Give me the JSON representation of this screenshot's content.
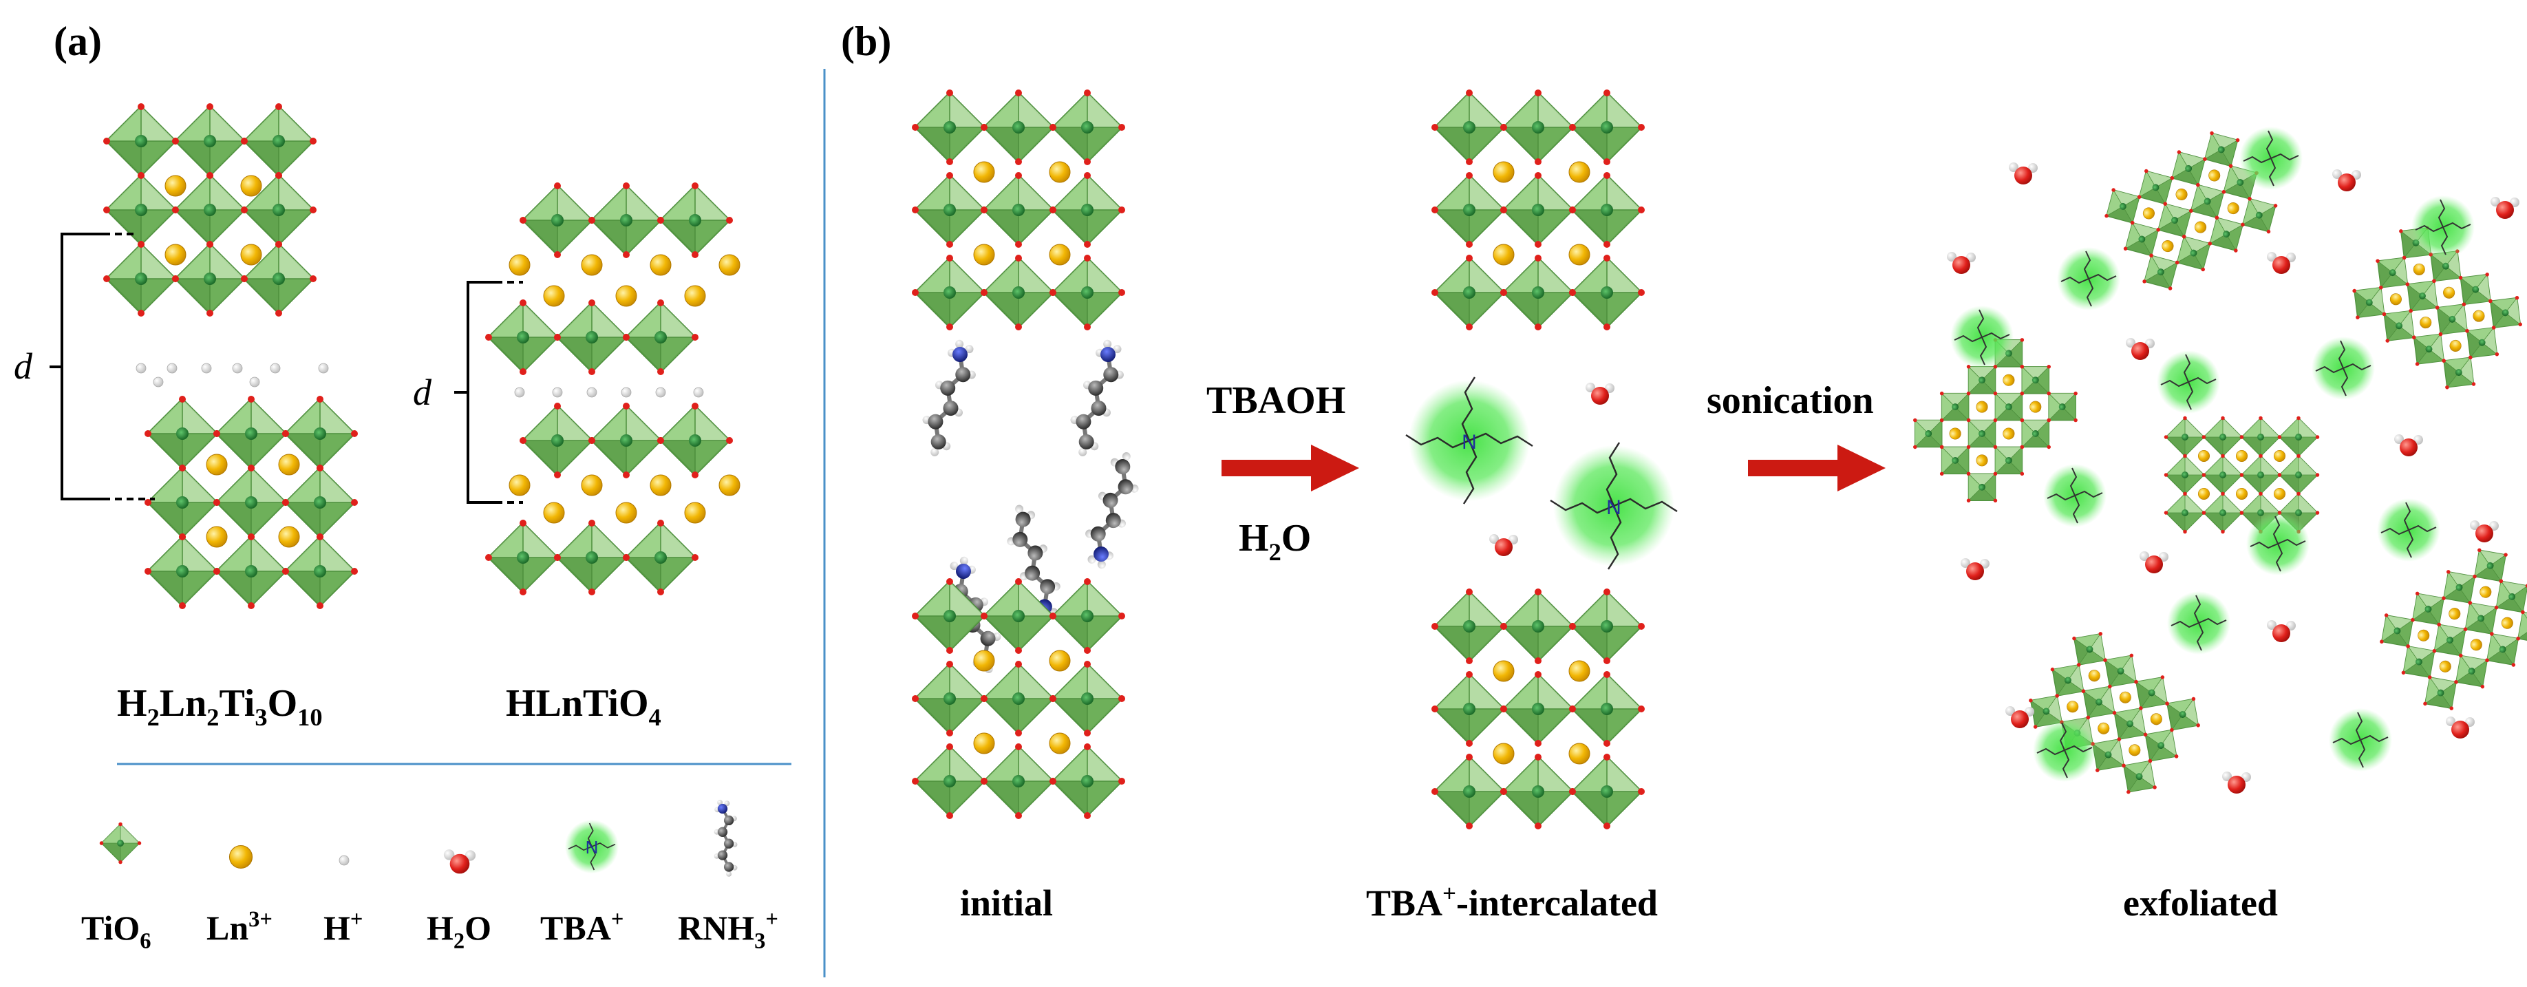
{
  "panels": {
    "a": {
      "label": "(a)",
      "spacing_label": "d",
      "left_structure": {
        "formula": [
          [
            "H",
            "n"
          ],
          [
            "2",
            "sub"
          ],
          [
            "Ln",
            "n"
          ],
          [
            "2",
            "sub"
          ],
          [
            "Ti",
            "n"
          ],
          [
            "3",
            "sub"
          ],
          [
            "O",
            "n"
          ],
          [
            "10",
            "sub"
          ]
        ]
      },
      "right_structure": {
        "formula": [
          [
            "HLnTiO",
            "n"
          ],
          [
            "4",
            "sub"
          ]
        ]
      }
    },
    "b": {
      "label": "(b)",
      "step1": {
        "line1": "TBAOH",
        "line2": [
          [
            "H",
            "n"
          ],
          [
            "2",
            "sub"
          ],
          [
            "O",
            "n"
          ]
        ]
      },
      "step2": {
        "line1": "sonication"
      },
      "stage_captions": {
        "initial": [
          [
            "initial",
            "n"
          ]
        ],
        "intercalated": [
          [
            "TBA",
            "n"
          ],
          [
            "+",
            "sup"
          ],
          [
            "-intercalated",
            "n"
          ]
        ],
        "exfoliated": [
          [
            "exfoliated",
            "n"
          ]
        ]
      }
    }
  },
  "legend": [
    {
      "icon": "tio6-octahedron",
      "text": [
        [
          "TiO",
          "n"
        ],
        [
          "6",
          "sub"
        ]
      ]
    },
    {
      "icon": "ln-cation",
      "text": [
        [
          "Ln",
          "n"
        ],
        [
          "3+",
          "sup"
        ]
      ]
    },
    {
      "icon": "proton",
      "text": [
        [
          "H",
          "n"
        ],
        [
          "+",
          "sup"
        ]
      ]
    },
    {
      "icon": "water-molecule",
      "text": [
        [
          "H",
          "n"
        ],
        [
          "2",
          "sub"
        ],
        [
          "O",
          "n"
        ]
      ]
    },
    {
      "icon": "tba-cation",
      "text": [
        [
          "TBA",
          "n"
        ],
        [
          "+",
          "sup"
        ]
      ]
    },
    {
      "icon": "alkylammonium",
      "text": [
        [
          "RNH",
          "n"
        ],
        [
          "3",
          "sub"
        ],
        [
          "+",
          "sup"
        ]
      ]
    }
  ],
  "tba_center_atom": "N",
  "colors": {
    "octahedron": "#7fbf6a",
    "octahedron_dark": "#4d8f3c",
    "octahedron_light": "#b9deaa",
    "ti_center": "#2e8b3a",
    "oxygen": "#e0201b",
    "ln": "#f2b705",
    "proton": "#f4f4f4",
    "tba_glow": "#4ee44e",
    "arrow": "#cc1a12",
    "divider": "#4a90c8",
    "carbon": "#444444",
    "nitrogen": "#1f2f9a",
    "hydrogen": "#e8e8e8"
  }
}
